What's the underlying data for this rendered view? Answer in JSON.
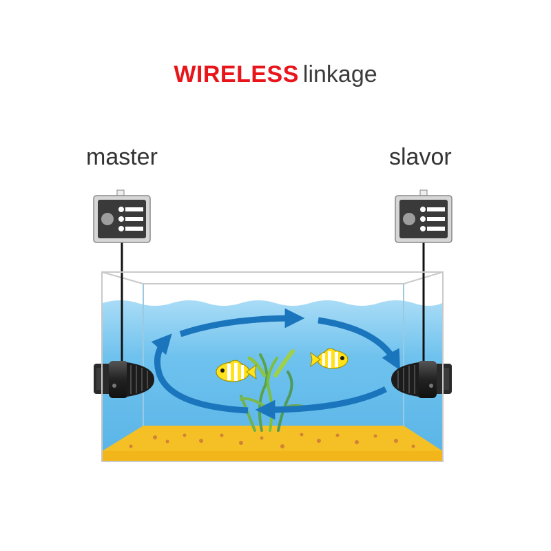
{
  "title": {
    "highlight": "WIRELESS",
    "rest": "linkage",
    "highlight_color": "#e8151b"
  },
  "labels": {
    "master": "master",
    "slave": "slavor"
  },
  "icons": {
    "controller": "controller-icon",
    "pump": "wave-pump-icon",
    "fish": "fish-icon",
    "plant": "plant-icon",
    "flow": "circular-flow-arrows-icon"
  },
  "colors": {
    "water": "#6fc2ee",
    "arrow": "#1b75bc",
    "sand": "#f5c026"
  }
}
